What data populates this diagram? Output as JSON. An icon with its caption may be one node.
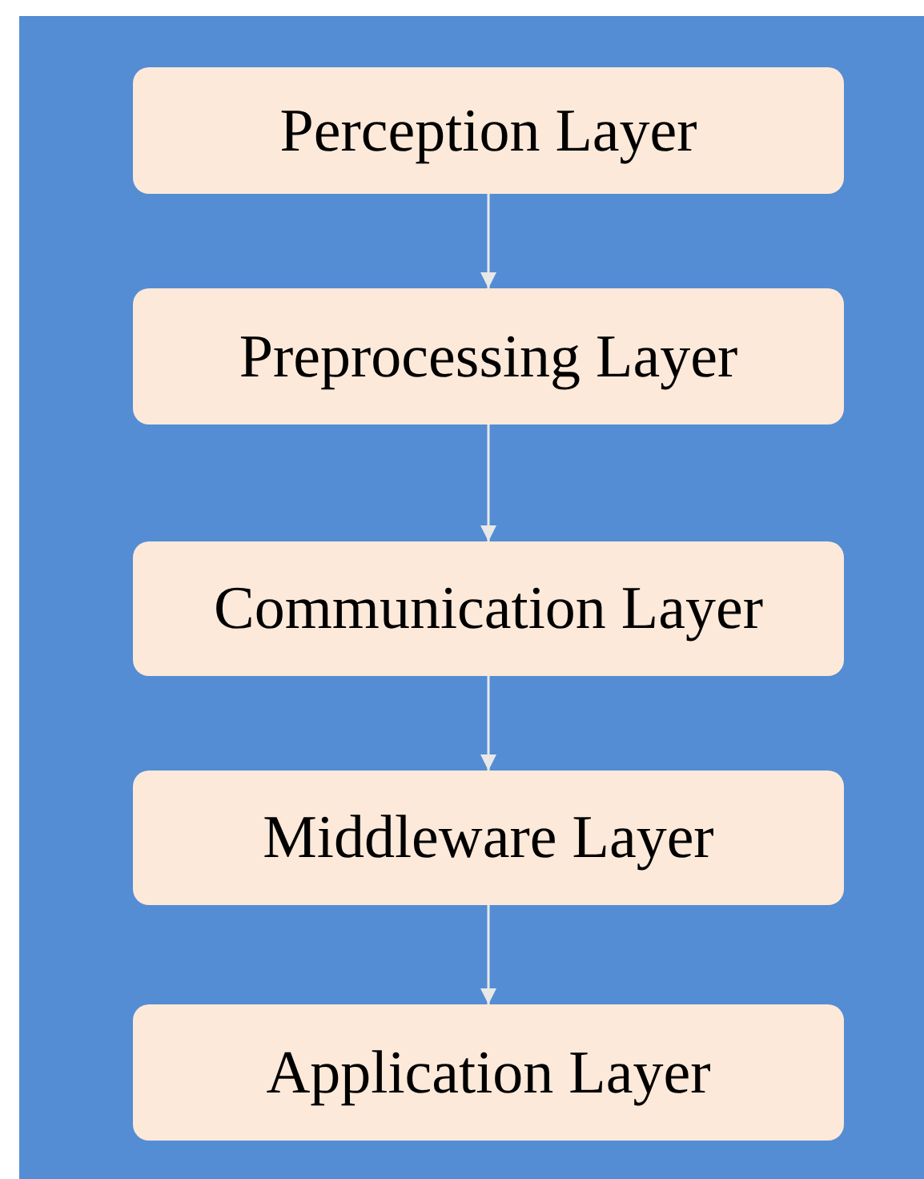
{
  "diagram": {
    "nodes": [
      {
        "text": [
          "Perception Layer"
        ]
      },
      {
        "text": [
          "Preprocessing Layer"
        ]
      },
      {
        "text": [
          "Communication Layer"
        ]
      },
      {
        "text": [
          "Middleware Layer"
        ]
      },
      {
        "text": [
          "Application Layer"
        ]
      }
    ],
    "edges": [
      {
        "from": 0,
        "to": 1,
        "arrow": "to"
      },
      {
        "from": 1,
        "to": 2,
        "arrow": "to"
      },
      {
        "from": 2,
        "to": 3,
        "arrow": "to"
      },
      {
        "from": 3,
        "to": 4,
        "arrow": "to"
      }
    ]
  }
}
